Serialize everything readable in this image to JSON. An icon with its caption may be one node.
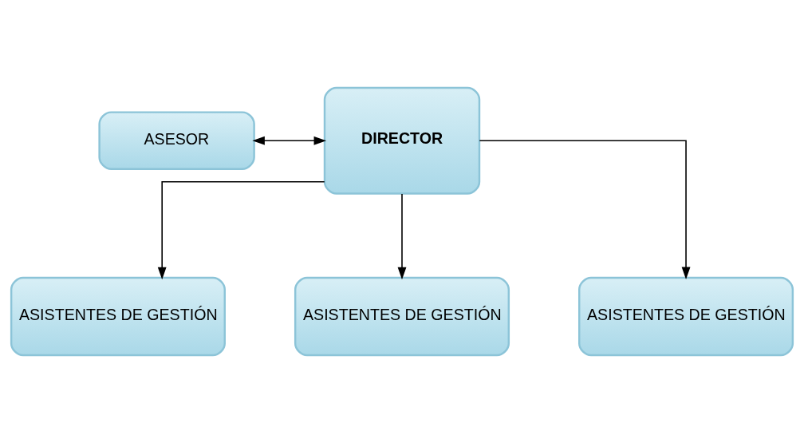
{
  "diagram": {
    "nodes": [
      {
        "text": [
          "DIRECTOR"
        ]
      },
      {
        "text": [
          "ASESOR"
        ]
      },
      {
        "text": [
          "ASISTENTES DE GESTIÓN"
        ]
      },
      {
        "text": [
          "ASISTENTES DE GESTIÓN"
        ]
      },
      {
        "text": [
          "ASISTENTES DE GESTIÓN"
        ]
      }
    ],
    "edges": [
      {
        "from": 1,
        "to": 0,
        "arrow": "both"
      },
      {
        "from": 0,
        "to": 2,
        "arrow": "to"
      },
      {
        "from": 0,
        "to": 3,
        "arrow": "to"
      },
      {
        "from": 0,
        "to": 4,
        "arrow": "to"
      }
    ]
  }
}
